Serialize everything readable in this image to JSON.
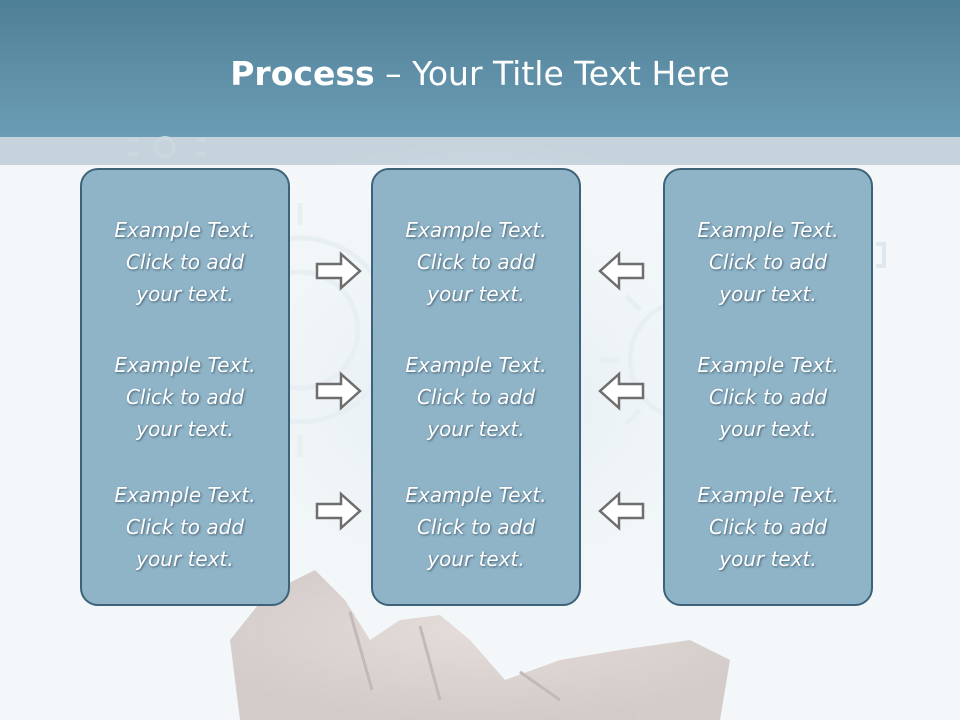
{
  "header": {
    "title_bold": "Process",
    "title_rest": " – Your Title Text Here"
  },
  "colors": {
    "header": "#5f90a8",
    "band": "#c6d3dc",
    "panel_fill": "#8fb4c8",
    "panel_border": "#3e6379",
    "arrow_stroke": "#6e6e6e",
    "text": "#ffffff"
  },
  "background": {
    "icon_names": [
      "gear-icon",
      "hand-image"
    ]
  },
  "panels": [
    {
      "items": [
        {
          "line1": "Example Text.",
          "line2": "Click  to add",
          "line3": "your text."
        },
        {
          "line1": "Example Text.",
          "line2": "Click  to add",
          "line3": "your text."
        },
        {
          "line1": "Example Text.",
          "line2": "Click  to add",
          "line3": "your text."
        }
      ]
    },
    {
      "items": [
        {
          "line1": "Example Text.",
          "line2": "Click  to add",
          "line3": "your text."
        },
        {
          "line1": "Example Text.",
          "line2": "Click  to add",
          "line3": "your text."
        },
        {
          "line1": "Example Text.",
          "line2": "Click  to add",
          "line3": "your text."
        }
      ]
    },
    {
      "items": [
        {
          "line1": "Example Text.",
          "line2": "Click  to add",
          "line3": "your text."
        },
        {
          "line1": "Example Text.",
          "line2": "Click  to add",
          "line3": "your text."
        },
        {
          "line1": "Example Text.",
          "line2": "Click  to add",
          "line3": "your text."
        }
      ]
    }
  ],
  "arrows": {
    "left_to_middle": [
      "arrow-right-icon",
      "arrow-right-icon",
      "arrow-right-icon"
    ],
    "right_to_middle": [
      "arrow-left-icon",
      "arrow-left-icon",
      "arrow-left-icon"
    ]
  }
}
